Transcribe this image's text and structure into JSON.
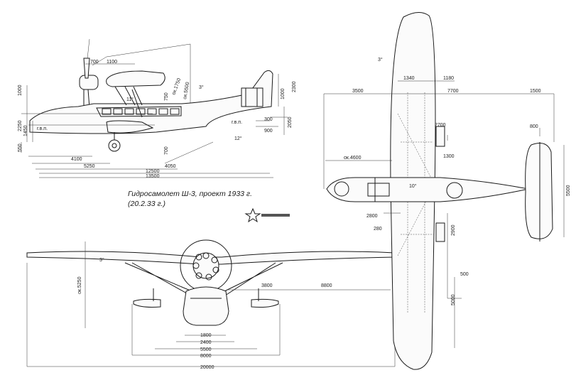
{
  "caption": {
    "line1": "Гидросамолет Ш-3, проект 1933 г.",
    "line2": "(20.2.33 г.)"
  },
  "side_view": {
    "dims": {
      "d700": "700",
      "d1100": "1100",
      "d1000l": "1000",
      "d2250": "2250",
      "d1450": "1450",
      "d550": "550",
      "gvp_l": "г.в.п.",
      "d750": "750",
      "d1750": "ок.1750",
      "d5500": "ок.5500",
      "a3": "3°",
      "a11": "11°",
      "d1000r": "1000",
      "d2300": "2300",
      "d300": "300",
      "d900": "900",
      "d2050": "2050",
      "gvp_r": "г.в.п.",
      "a12": "12°",
      "d700b": "700",
      "d4100": "4100",
      "d5250": "5250",
      "d4050": "4050",
      "d12500": "12500",
      "d13500": "13500"
    }
  },
  "front_view": {
    "dims": {
      "d5250": "ок.5250",
      "a3": "3°",
      "d3800": "3800",
      "d8800": "8800",
      "d1800": "1800",
      "d2400": "2400",
      "d5500": "5500",
      "d8000": "8000",
      "d20000": "20000"
    }
  },
  "top_view": {
    "dims": {
      "a3": "3°",
      "d1340": "1340",
      "d1180": "1180",
      "d3500": "3500",
      "d7700": "7700",
      "d1500": "1500",
      "d2700": "2700",
      "d800": "800",
      "d4600": "ок.4600",
      "d1300": "1300",
      "d5500": "5500",
      "a10": "10°",
      "d2800": "2800",
      "d280": "280",
      "d2900": "2900",
      "d500": "500",
      "d5000": "5000"
    }
  }
}
